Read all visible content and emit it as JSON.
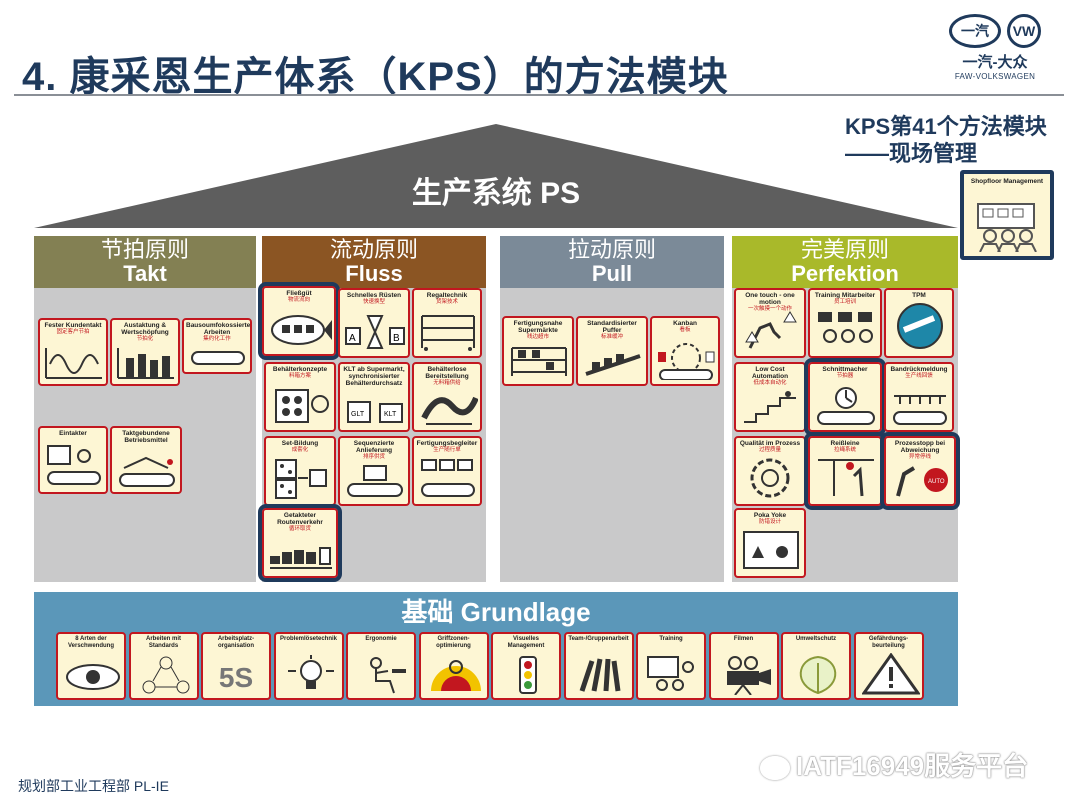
{
  "title": "4. 康采恩生产体系（KPS）的方法模块",
  "logo": {
    "brand_cn": "一汽-大众",
    "brand_en": "FAW-VOLKSWAGEN"
  },
  "roof": {
    "label": "生产系统 PS"
  },
  "callout": {
    "line1": "KPS第41个方法模块",
    "line2": "——现场管理",
    "tile_name": "Shopfloor Management"
  },
  "pillars": [
    {
      "cn": "节拍原则",
      "de": "Takt",
      "color": "#838053",
      "tiles": [
        {
          "name": "Fester Kundentakt",
          "cn": "固定客户节拍",
          "highlight": false
        },
        {
          "name": "Austaktung & Wertschöpfung",
          "cn": "节拍化",
          "highlight": false
        },
        {
          "name": "Bausoumfokossierte Arbeiten",
          "cn": "集约化工作",
          "highlight": false
        },
        {
          "name": "Eintakter",
          "cn": "",
          "highlight": false
        },
        {
          "name": "Taktgebundene Betriebsmittel",
          "cn": "",
          "highlight": false
        }
      ]
    },
    {
      "cn": "流动原则",
      "de": "Fluss",
      "color": "#8b5523",
      "tiles": [
        {
          "name": "Fließgüt",
          "cn": "物流流向",
          "highlight": true
        },
        {
          "name": "Schnelles Rüsten",
          "cn": "快速换型",
          "highlight": false
        },
        {
          "name": "Regaltechnik",
          "cn": "货架技术",
          "highlight": false
        },
        {
          "name": "Behälterkonzepte",
          "cn": "料箱方案",
          "highlight": false
        },
        {
          "name": "KLT ab Supermarkt, synchronisierter Behälterdurchsatz",
          "cn": "",
          "highlight": false
        },
        {
          "name": "Behälterlose Bereitstellung",
          "cn": "无料箱供给",
          "highlight": false
        },
        {
          "name": "Set-Bildung",
          "cn": "成套化",
          "highlight": false
        },
        {
          "name": "Sequenzierte Anlieferung",
          "cn": "排序供货",
          "highlight": false
        },
        {
          "name": "Fertigungsbegleiter",
          "cn": "生产随行单",
          "highlight": false
        },
        {
          "name": "Getakteter Routenverkehr",
          "cn": "循环取货",
          "highlight": true
        }
      ]
    },
    {
      "cn": "拉动原则",
      "de": "Pull",
      "color": "#7b8a98",
      "tiles": [
        {
          "name": "Fertigungsnahe Supermärkte",
          "cn": "线边超市",
          "highlight": false
        },
        {
          "name": "Standardisierter Puffer",
          "cn": "标准缓冲",
          "highlight": false
        },
        {
          "name": "Kanban",
          "cn": "看板",
          "highlight": false
        }
      ]
    },
    {
      "cn": "完美原则",
      "de": "Perfektion",
      "color": "#a9b92a",
      "tiles": [
        {
          "name": "One touch - one motion",
          "cn": "一次触摸一个动作",
          "highlight": false
        },
        {
          "name": "Training Mitarbeiter",
          "cn": "员工培训",
          "highlight": false
        },
        {
          "name": "TPM",
          "cn": "",
          "highlight": false
        },
        {
          "name": "Low Cost Automation",
          "cn": "低成本自动化",
          "highlight": false
        },
        {
          "name": "Schnittmacher",
          "cn": "节拍器",
          "highlight": true
        },
        {
          "name": "Bandrückmeldung",
          "cn": "生产线回馈",
          "highlight": false
        },
        {
          "name": "Qualität im Prozess",
          "cn": "过程质量",
          "highlight": false
        },
        {
          "name": "Reißleine",
          "cn": "拉绳系统",
          "highlight": true
        },
        {
          "name": "Prozesstopp bei Abweichung",
          "cn": "异常停线",
          "highlight": true
        },
        {
          "name": "Poka Yoke",
          "cn": "防错设计",
          "highlight": false
        }
      ]
    }
  ],
  "base": {
    "label": "基础 Grundlage",
    "color": "#5b97b9",
    "tiles": [
      {
        "name": "8 Arten der Verschwendung",
        "big": ""
      },
      {
        "name": "Arbeiten mit Standards",
        "big": ""
      },
      {
        "name": "Arbeitsplatz-organisation",
        "big": "5S"
      },
      {
        "name": "Problemlösetechnik",
        "big": ""
      },
      {
        "name": "Ergonomie",
        "big": ""
      },
      {
        "name": "Griffzonen-optimierung",
        "big": ""
      },
      {
        "name": "Visuelles Management",
        "big": ""
      },
      {
        "name": "Team-/Gruppenarbeit",
        "big": ""
      },
      {
        "name": "Training",
        "big": ""
      },
      {
        "name": "Filmen",
        "big": ""
      },
      {
        "name": "Umweltschutz",
        "big": ""
      },
      {
        "name": "Gefährdungs-beurteilung",
        "big": ""
      }
    ]
  },
  "footer": "规划部工业工程部 PL-IE",
  "watermark": "IATF16949服务平台",
  "colors": {
    "title": "#1f3a5c",
    "tile_border": "#c2171f",
    "tile_bg": "#fdf6d4",
    "roof": "#5e5e5e",
    "pillar_bg": "#c9c9ca",
    "highlight": "#1f3a5c"
  }
}
